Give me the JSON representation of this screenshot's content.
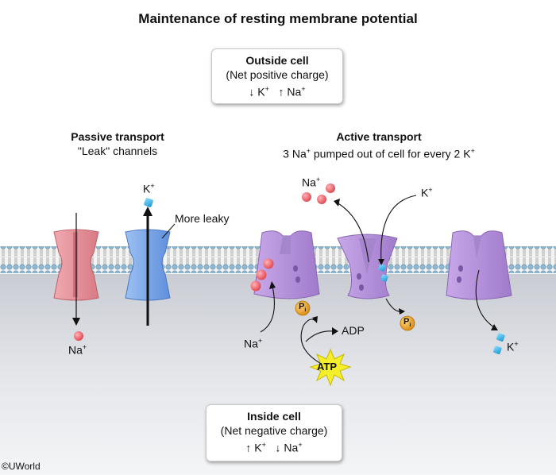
{
  "title": "Maintenance of resting membrane potential",
  "outside": {
    "heading": "Outside cell",
    "subtitle": "(Net positive charge)",
    "k_change": "↓ K",
    "na_change": "↑ Na",
    "plus": "+"
  },
  "inside": {
    "heading": "Inside cell",
    "subtitle": "(Net negative charge)",
    "k_change": "↑ K",
    "na_change": "↓ Na",
    "plus": "+"
  },
  "passive": {
    "heading": "Passive transport",
    "subheading": "\"Leak\" channels",
    "k_label": "K",
    "na_label": "Na",
    "more_leaky": "More leaky"
  },
  "active": {
    "heading": "Active transport",
    "subheading_a": "3 Na",
    "subheading_b": " pumped out of cell for every 2 K",
    "na_out_label": "Na",
    "k_in_label": "K",
    "na_in_label": "Na",
    "adp_label": "ADP",
    "atp_label": "ATP",
    "k_released_label": "K",
    "pi_label": "P",
    "pi_sub": "i"
  },
  "copyright": "©UWorld",
  "colors": {
    "na_channel": "#e8919a",
    "k_channel": "#7fa8e8",
    "pump": "#b590d8",
    "sodium": "#ea5a62",
    "potassium": "#2ab0e8",
    "phosphate": "#e8a52a",
    "atp_star": "#f5ee2a",
    "cytoplasm": "#d9dbe0"
  }
}
